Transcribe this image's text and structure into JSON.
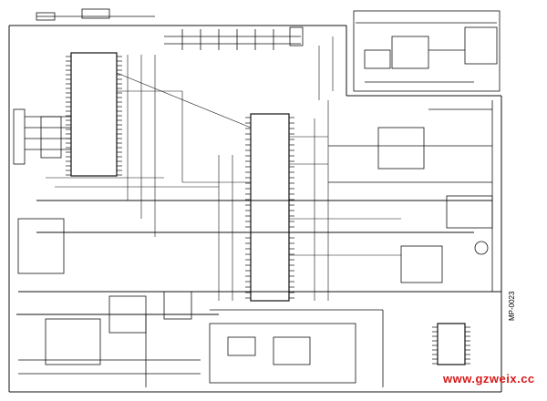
{
  "diagram": {
    "model_code": "MP-0023",
    "watermark": "www.gzweix.cc",
    "ic_count_major": 3,
    "line_color": "#111111",
    "background": "#ffffff",
    "watermark_color": "#d81818"
  }
}
